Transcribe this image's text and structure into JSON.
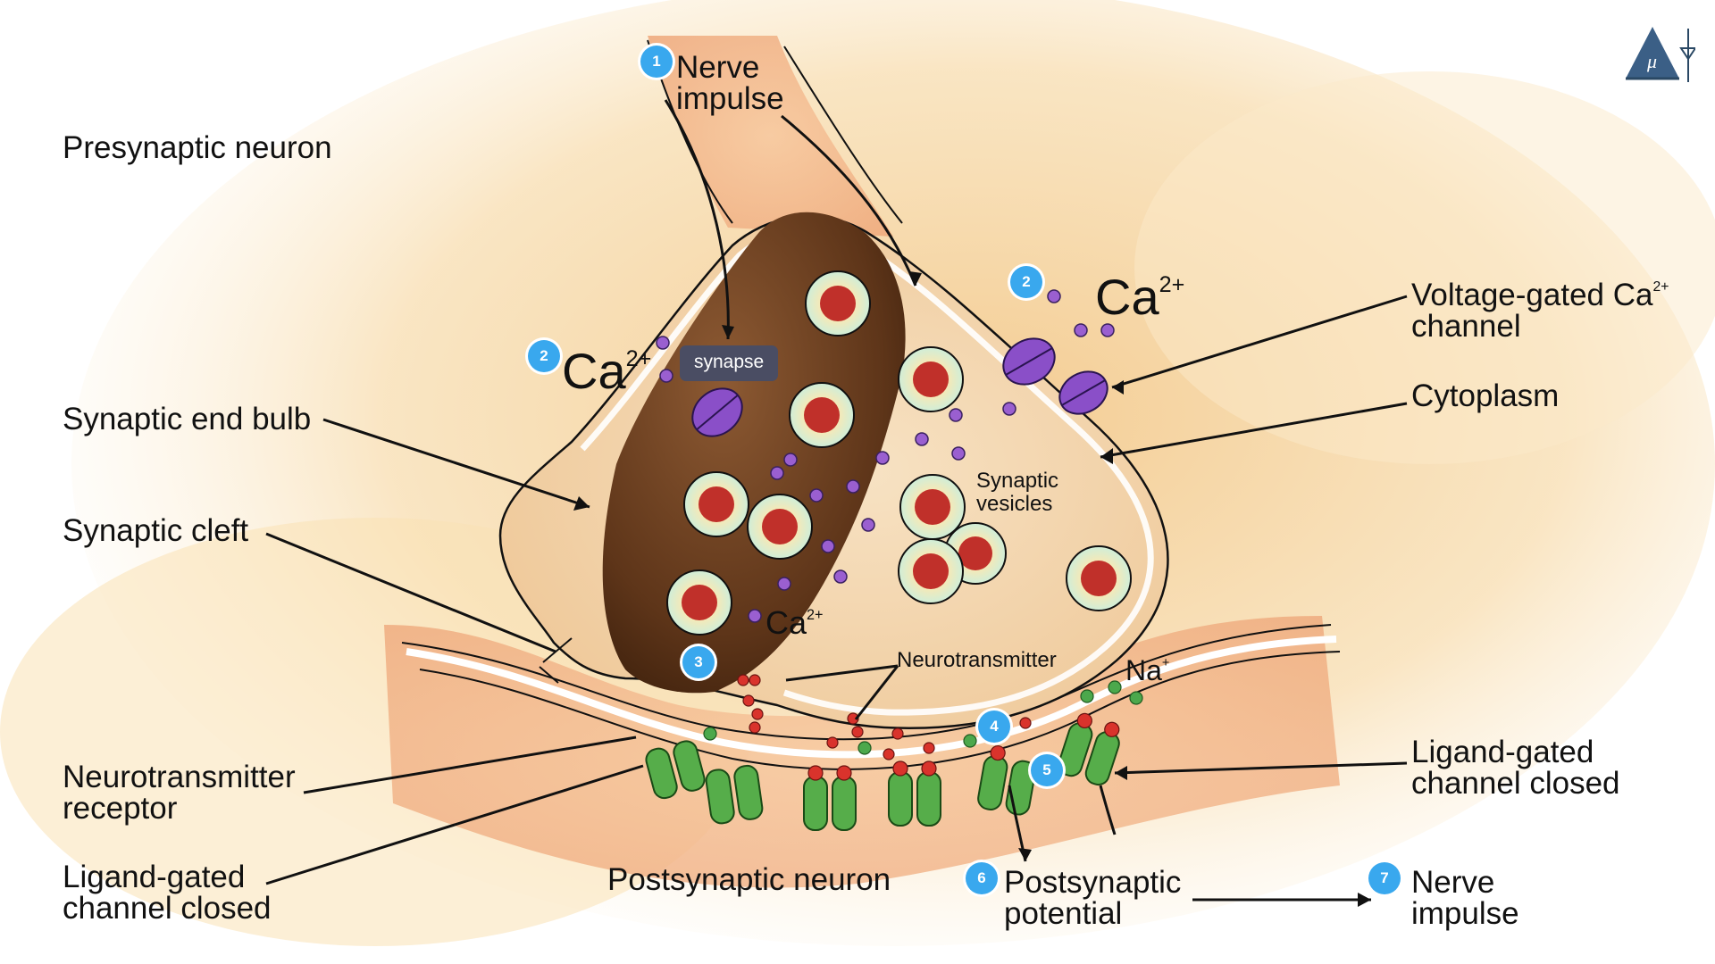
{
  "labels": {
    "presynaptic_neuron": "Presynaptic neuron",
    "nerve_impulse_top": [
      "Nerve",
      "impulse"
    ],
    "synaptic_end_bulb": "Synaptic end bulb",
    "synaptic_cleft": "Synaptic cleft",
    "neurotransmitter_receptor": [
      "Neurotransmitter",
      "receptor"
    ],
    "ligand_gated_left": [
      "Ligand-gated",
      "channel closed"
    ],
    "postsynaptic_neuron": "Postsynaptic neuron",
    "postsynaptic_potential": [
      "Postsynaptic",
      "potential"
    ],
    "nerve_impulse_bottom": [
      "Nerve",
      "impulse"
    ],
    "voltage_gated": [
      "Voltage-gated Ca",
      "channel"
    ],
    "voltage_gated_sup": "2+",
    "cytoplasm": "Cytoplasm",
    "ligand_gated_right": [
      "Ligand-gated",
      "channel closed"
    ],
    "synaptic_vesicles": [
      "Synaptic",
      "vesicles"
    ],
    "neurotransmitter": "Neurotransmitter",
    "ca": "Ca",
    "ca_sup": "2+",
    "na": "Na",
    "na_sup": "+"
  },
  "badges": [
    "1",
    "2",
    "2",
    "3",
    "4",
    "5",
    "6",
    "7"
  ],
  "tooltip": "synapse",
  "logo_icon": "mu-delta-triangle-logo-icon",
  "colors": {
    "badge": "#39a8ee",
    "tooltip_bg": "#4a4d63",
    "background_wash": "#f6d9a8",
    "terminal_dark": "#6e4222",
    "cytoplasm": "#f3d6b0",
    "calcium_ion": "#9a5fd0",
    "sodium_ion": "#4ca84c",
    "neurotransmitter": "#d9332c",
    "voltage_channel": "#8a4fc8",
    "ligand_channel": "#56ad4a",
    "vesicle_ring": "#dff2e6"
  }
}
